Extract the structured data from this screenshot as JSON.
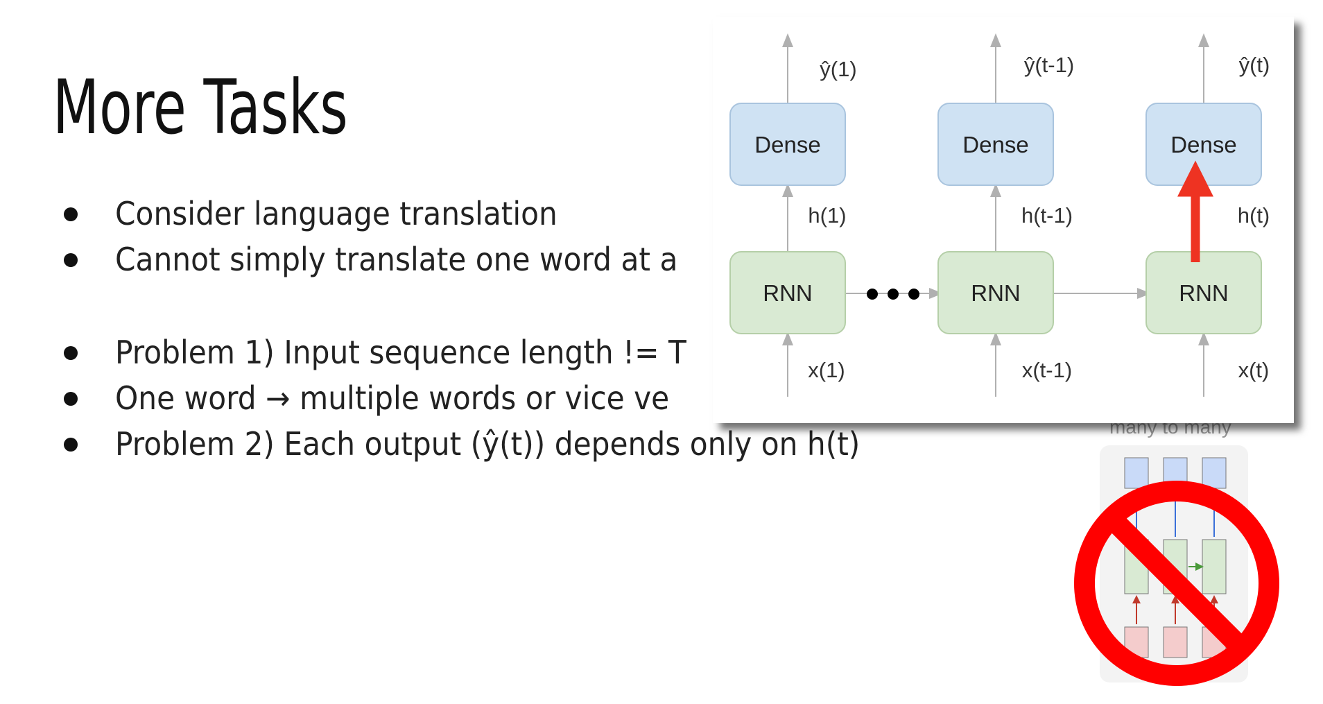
{
  "slide": {
    "title": "More Tasks",
    "bullets": [
      "Consider language translation",
      "Cannot simply translate one word at a",
      "Problem 1) Input sequence length != T",
      "One word → multiple words or vice ve",
      "Problem 2) Each output (ŷ(t)) depends only on h(t)"
    ]
  },
  "diagram": {
    "columns": [
      {
        "output": "ŷ(1)",
        "dense": "Dense",
        "hidden": "h(1)",
        "rnn": "RNN",
        "input": "x(1)"
      },
      {
        "output": "ŷ(t-1)",
        "dense": "Dense",
        "hidden": "h(t-1)",
        "rnn": "RNN",
        "input": "x(t-1)"
      },
      {
        "output": "ŷ(t)",
        "dense": "Dense",
        "hidden": "h(t)",
        "rnn": "RNN",
        "input": "x(t)"
      }
    ],
    "colors": {
      "dense_fill": "#cfe2f3",
      "dense_stroke": "#a9c4de",
      "rnn_fill": "#d9ead3",
      "rnn_stroke": "#b5cfa8",
      "highlight_arrow": "#ee3322",
      "arrow": "#b0b0b0"
    }
  },
  "thumbnail": {
    "caption": "many to many",
    "prohibition_color": "#ff0000"
  }
}
